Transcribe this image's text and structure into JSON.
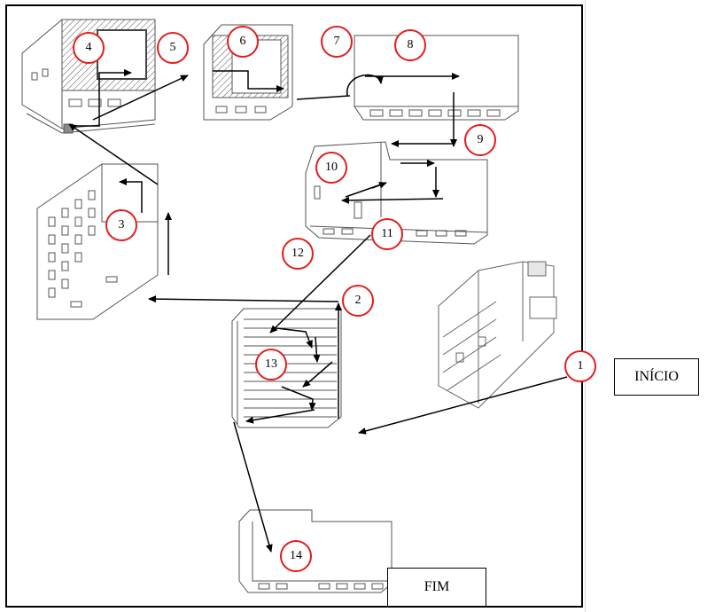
{
  "labels": {
    "start": "INÍCIO",
    "end": "FIM"
  },
  "steps": [
    "1",
    "2",
    "3",
    "4",
    "5",
    "6",
    "7",
    "8",
    "9",
    "10",
    "11",
    "12",
    "13",
    "14"
  ],
  "colors": {
    "marker_border": "#e21e1e",
    "stroke": "#000000",
    "building_stroke": "#555555"
  }
}
